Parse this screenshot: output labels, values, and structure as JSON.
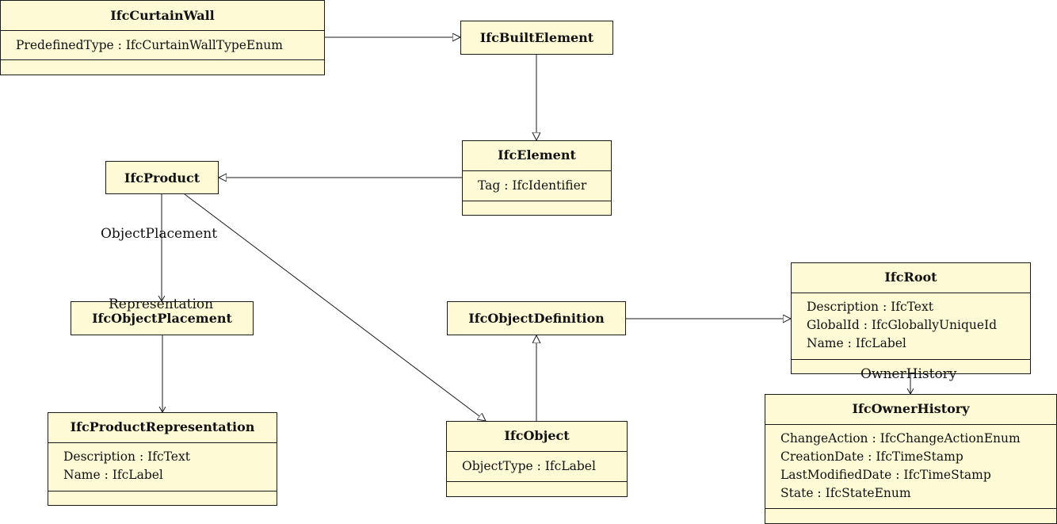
{
  "classes": {
    "curtain_wall": {
      "name": "IfcCurtainWall",
      "attributes": [
        "PredefinedType : IfcCurtainWallTypeEnum"
      ]
    },
    "built_element": {
      "name": "IfcBuiltElement",
      "attributes": []
    },
    "element": {
      "name": "IfcElement",
      "attributes": [
        "Tag : IfcIdentifier"
      ]
    },
    "product": {
      "name": "IfcProduct",
      "attributes": []
    },
    "object_placement": {
      "name": "IfcObjectPlacement",
      "attributes": []
    },
    "product_representation": {
      "name": "IfcProductRepresentation",
      "attributes": [
        "Description : IfcText",
        "Name : IfcLabel"
      ]
    },
    "object": {
      "name": "IfcObject",
      "attributes": [
        "ObjectType : IfcLabel"
      ]
    },
    "object_definition": {
      "name": "IfcObjectDefinition",
      "attributes": []
    },
    "root": {
      "name": "IfcRoot",
      "attributes": [
        "Description : IfcText",
        "GlobalId : IfcGloballyUniqueId",
        "Name : IfcLabel"
      ]
    },
    "owner_history": {
      "name": "IfcOwnerHistory",
      "attributes": [
        "ChangeAction : IfcChangeActionEnum",
        "CreationDate : IfcTimeStamp",
        "LastModifiedDate : IfcTimeStamp",
        "State : IfcStateEnum"
      ]
    }
  },
  "relations": {
    "object_placement": "ObjectPlacement",
    "representation": "Representation",
    "owner_history": "OwnerHistory"
  },
  "colors": {
    "class_fill": "#fffad6",
    "line": "#1a1a1a"
  }
}
